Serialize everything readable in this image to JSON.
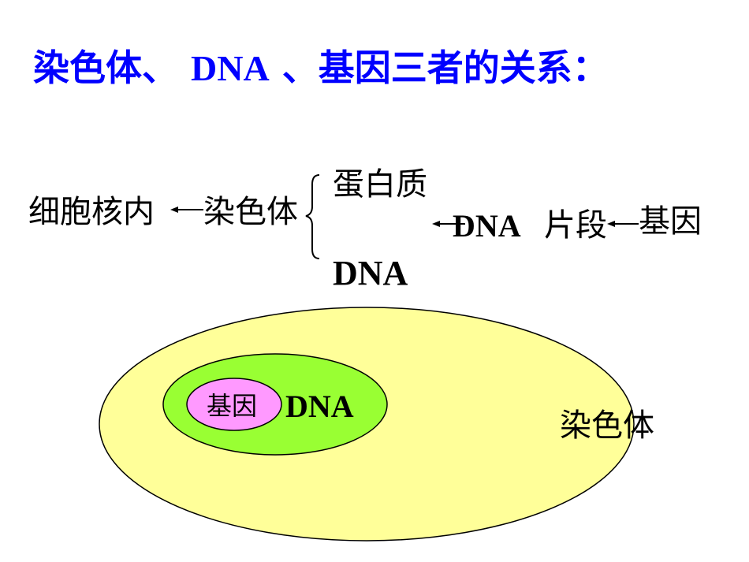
{
  "title": {
    "part1": "染色体、",
    "part2": "DNA",
    "part3": "、基因三者的关系："
  },
  "flow": {
    "nucleus": "细胞核内",
    "chromosome": "染色体",
    "protein": "蛋白质",
    "dna": "DNA",
    "dna_fragment": "DNA",
    "fragment": "片段",
    "gene": "基因"
  },
  "venn": {
    "outer_label": "染色体",
    "middle_label": "DNA",
    "inner_label": "基因",
    "colors": {
      "outer": "#ffff99",
      "middle": "#99ff33",
      "inner": "#ff99ff",
      "title": "#0000ff"
    }
  }
}
